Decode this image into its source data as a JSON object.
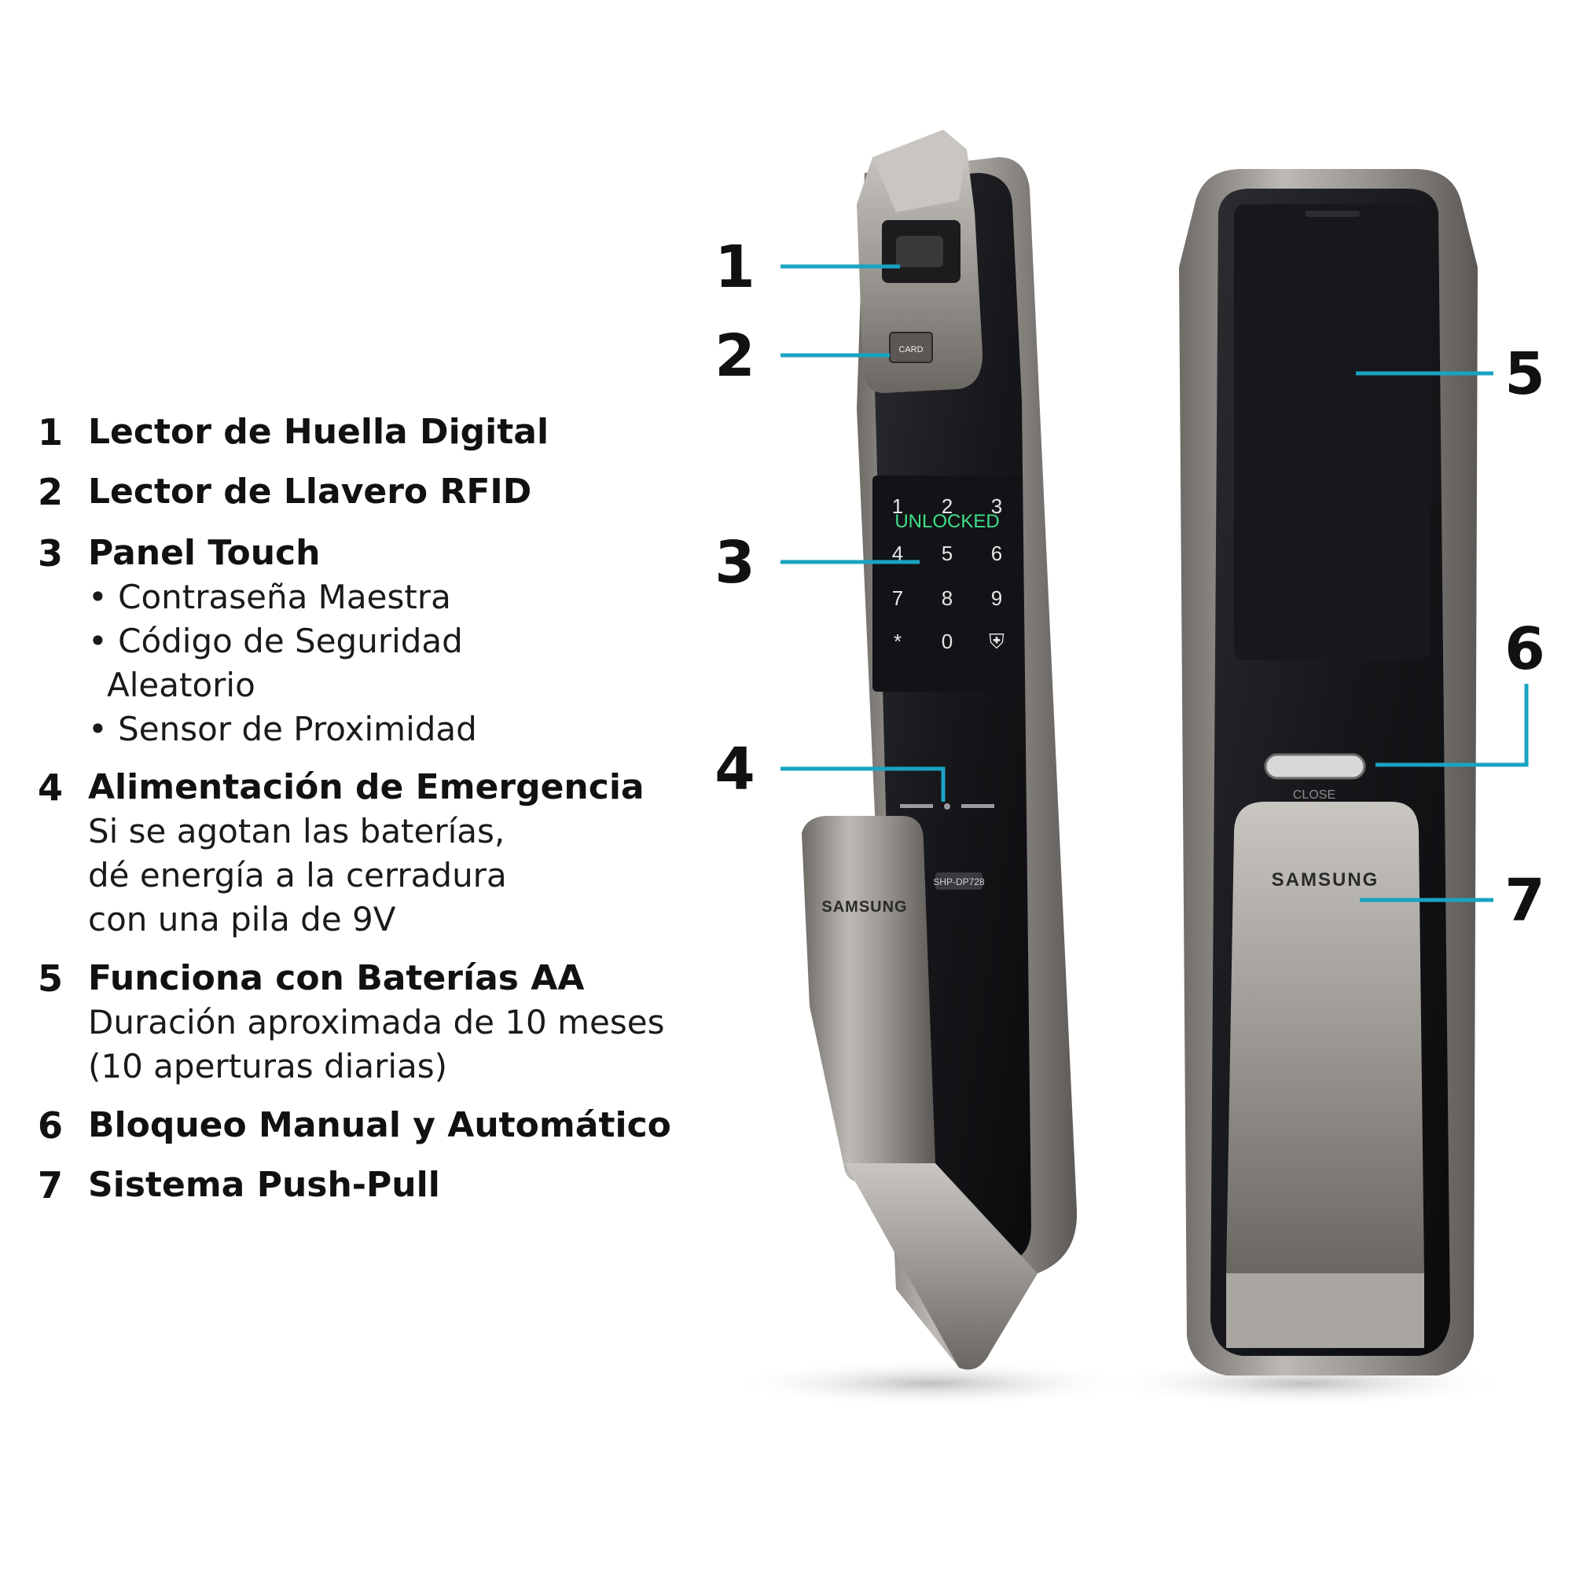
{
  "colors": {
    "callout_line": "#1aa3c2",
    "lock_body": "#1a1b1d",
    "lock_silver": "#8e8a86",
    "unlocked_text": "#3fe08a"
  },
  "features": [
    {
      "number": "1",
      "title": "Lector de Huella Digital"
    },
    {
      "number": "2",
      "title": "Lector de Llavero RFID"
    },
    {
      "number": "3",
      "title": "Panel Touch",
      "bullets": [
        "• Contraseña Maestra",
        "• Código de Seguridad",
        "Aleatorio",
        "• Sensor de Proximidad"
      ]
    },
    {
      "number": "4",
      "title": "Alimentación de Emergencia",
      "lines": [
        "Si se agotan las baterías,",
        "dé energía a la cerradura",
        "con una pila de 9V"
      ]
    },
    {
      "number": "5",
      "title": "Funciona con Baterías AA",
      "lines": [
        "Duración aproximada de 10 meses",
        "(10 aperturas diarias)"
      ]
    },
    {
      "number": "6",
      "title": "Bloqueo Manual y Automático"
    },
    {
      "number": "7",
      "title": "Sistema Push-Pull"
    }
  ],
  "product": {
    "card_label": "CARD",
    "keypad": [
      "1",
      "2",
      "3",
      "4",
      "5",
      "6",
      "7",
      "8",
      "9",
      "*",
      "0",
      "⛨"
    ],
    "status_text": "UNLOCKED",
    "model_label": "SHP-DP728",
    "front_brand": "SAMSUNG",
    "back_brand": "SAMSUNG",
    "close_label": "CLOSE",
    "callouts": [
      "1",
      "2",
      "3",
      "4",
      "5",
      "6",
      "7"
    ]
  }
}
